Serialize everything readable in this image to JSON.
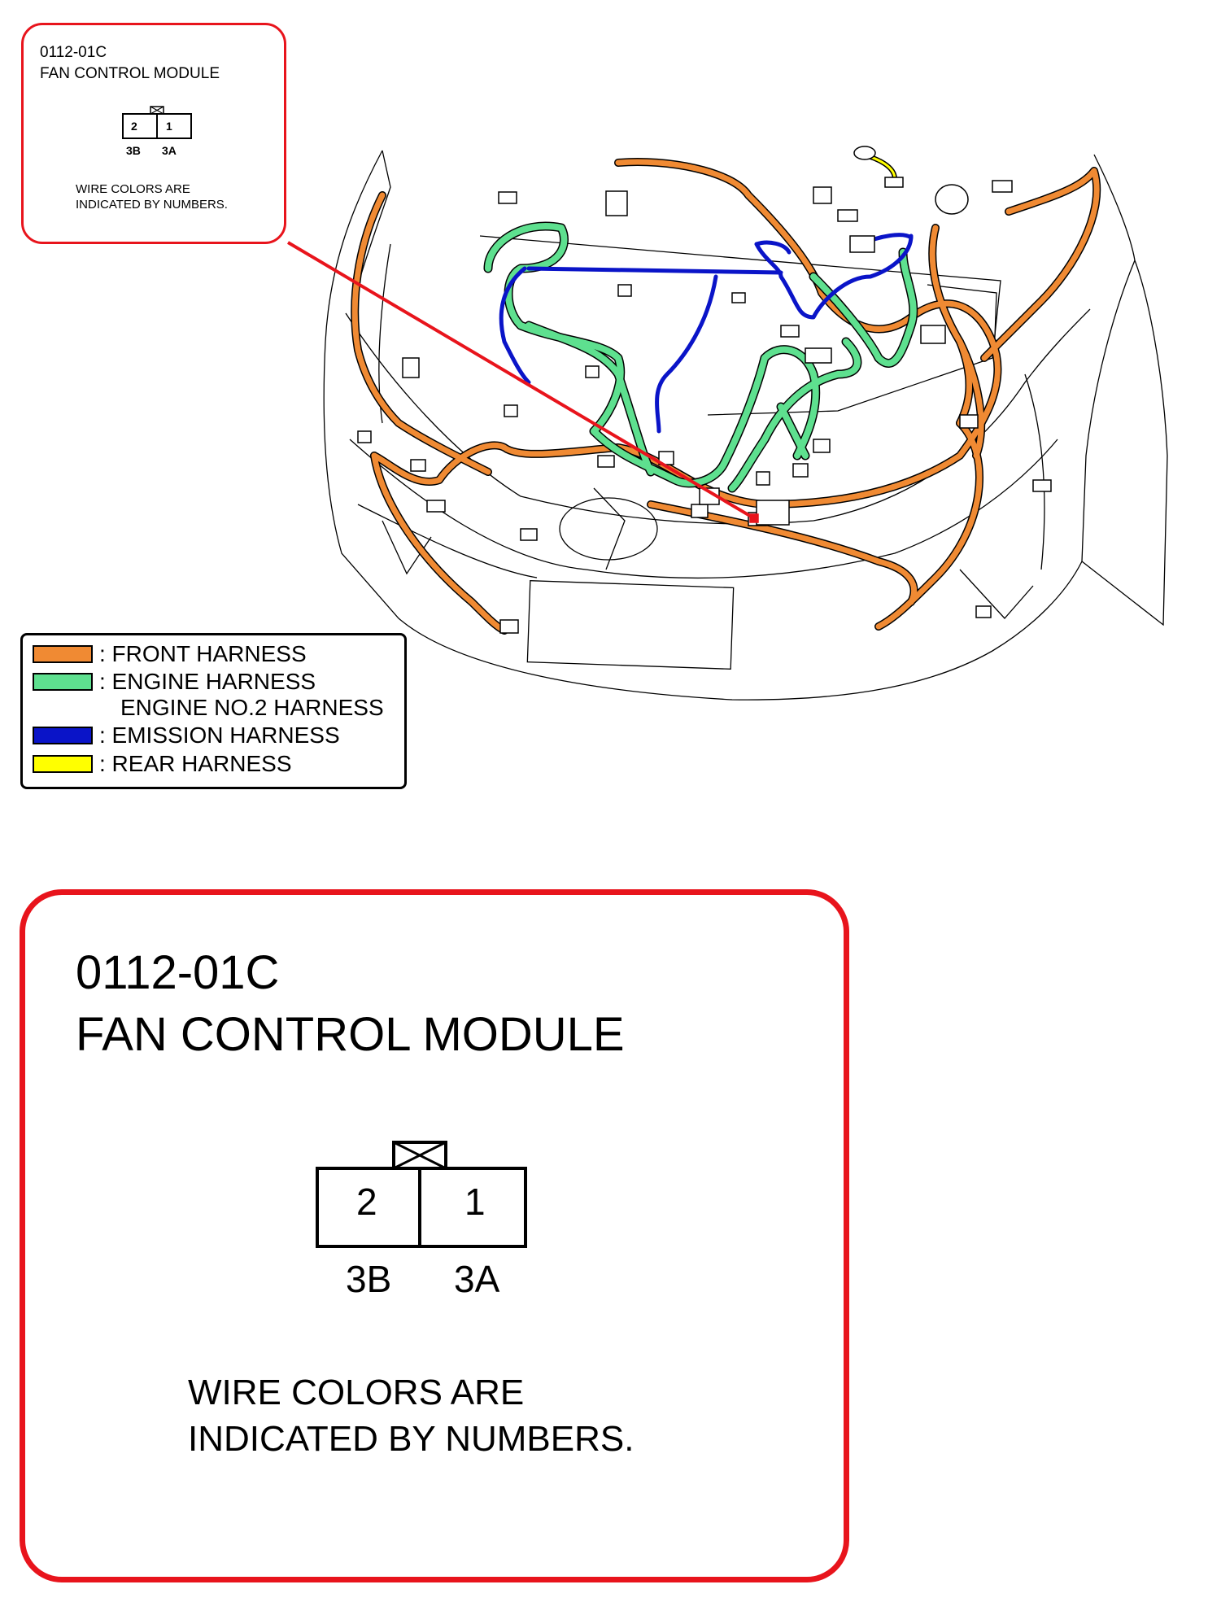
{
  "connector": {
    "code": "0112-01C",
    "name": "FAN CONTROL MODULE",
    "terminals": [
      {
        "number": "2",
        "wire_color": "3B"
      },
      {
        "number": "1",
        "wire_color": "3A"
      }
    ],
    "note_line1": "WIRE COLORS ARE",
    "note_line2": "INDICATED BY NUMBERS."
  },
  "legend": {
    "items": [
      {
        "label": ": FRONT HARNESS",
        "color": "#f08a33"
      },
      {
        "label": ": ENGINE HARNESS",
        "label2": "ENGINE NO.2 HARNESS",
        "color": "#5ee08f"
      },
      {
        "label": ": EMISSION HARNESS",
        "color": "#0a14c8"
      },
      {
        "label": ": REAR HARNESS",
        "color": "#ffff00"
      }
    ]
  },
  "colors": {
    "callout_border": "#e8141c",
    "leader_line": "#e8141c",
    "front_harness": "#f08a33",
    "engine_harness": "#5ee08f",
    "emission_harness": "#0a14c8",
    "rear_harness": "#ffff00"
  }
}
